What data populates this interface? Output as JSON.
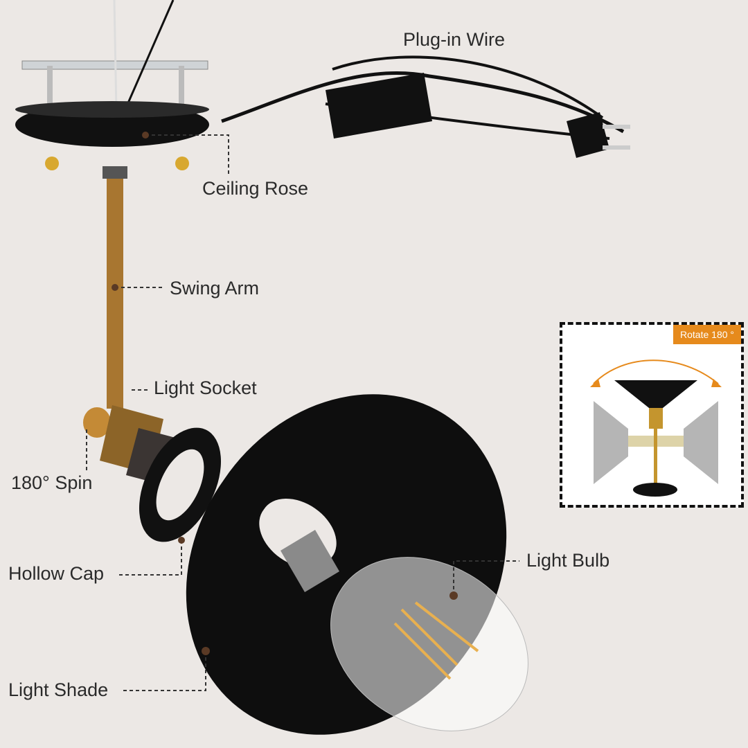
{
  "labels": {
    "plug_in_wire": "Plug-in Wire",
    "ceiling_rose": "Ceiling Rose",
    "swing_arm": "Swing Arm",
    "light_socket": "Light Socket",
    "spin": "180° Spin",
    "hollow_cap": "Hollow Cap",
    "light_bulb": "Light Bulb",
    "light_shade": "Light Shade"
  },
  "inset": {
    "badge": "Rotate 180 °"
  },
  "colors": {
    "accent": "#e68a1c",
    "brass": "#a87630",
    "shade": "#111111",
    "background": "#ece8e5"
  }
}
